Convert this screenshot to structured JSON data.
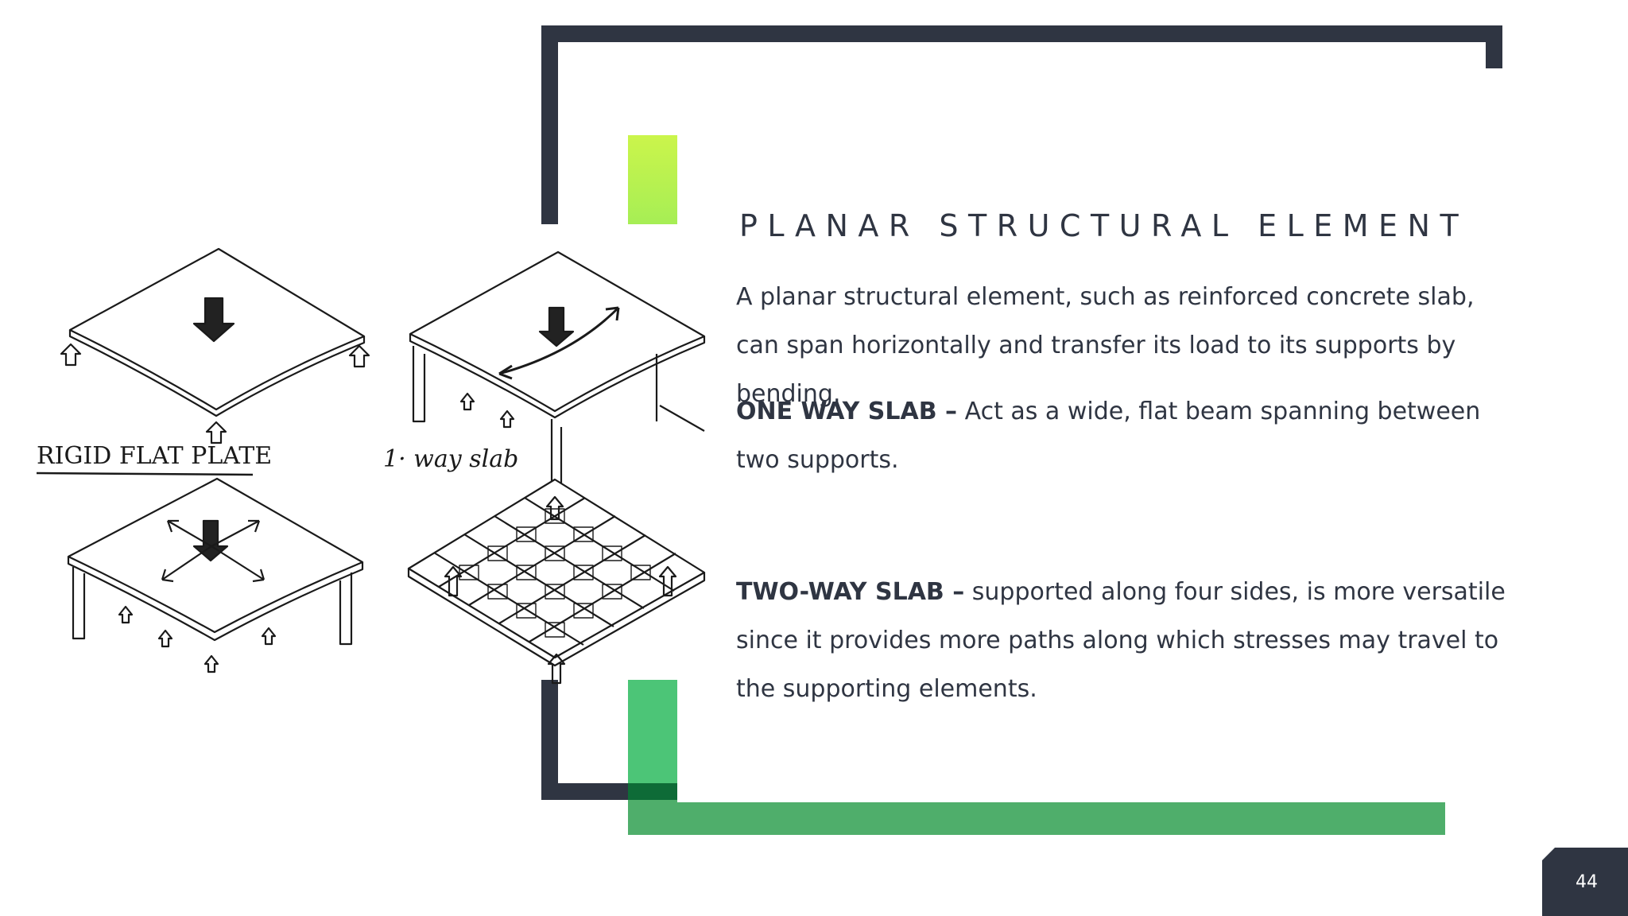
{
  "slide": {
    "title": "PLANAR STRUCTURAL ELEMENT",
    "intro": "A planar structural element, such as reinforced concrete slab, can span horizontally and transfer its load to its supports by bending.",
    "one_way": {
      "label": "ONE WAY SLAB –",
      "text": " Act as a wide, flat beam spanning between two supports."
    },
    "two_way": {
      "label": "TWO-WAY SLAB –",
      "text": " supported along four sides, is more versatile since it provides more paths along which stresses may travel to the supporting elements."
    },
    "page_number": "44"
  },
  "figure": {
    "label_left": "RIGID FLAT PLATE",
    "label_right": "1· way slab"
  },
  "colors": {
    "frame": "#2f3542",
    "lime": "#c4f34c",
    "green": "#4cc577",
    "dark_green": "#0e6b37"
  }
}
